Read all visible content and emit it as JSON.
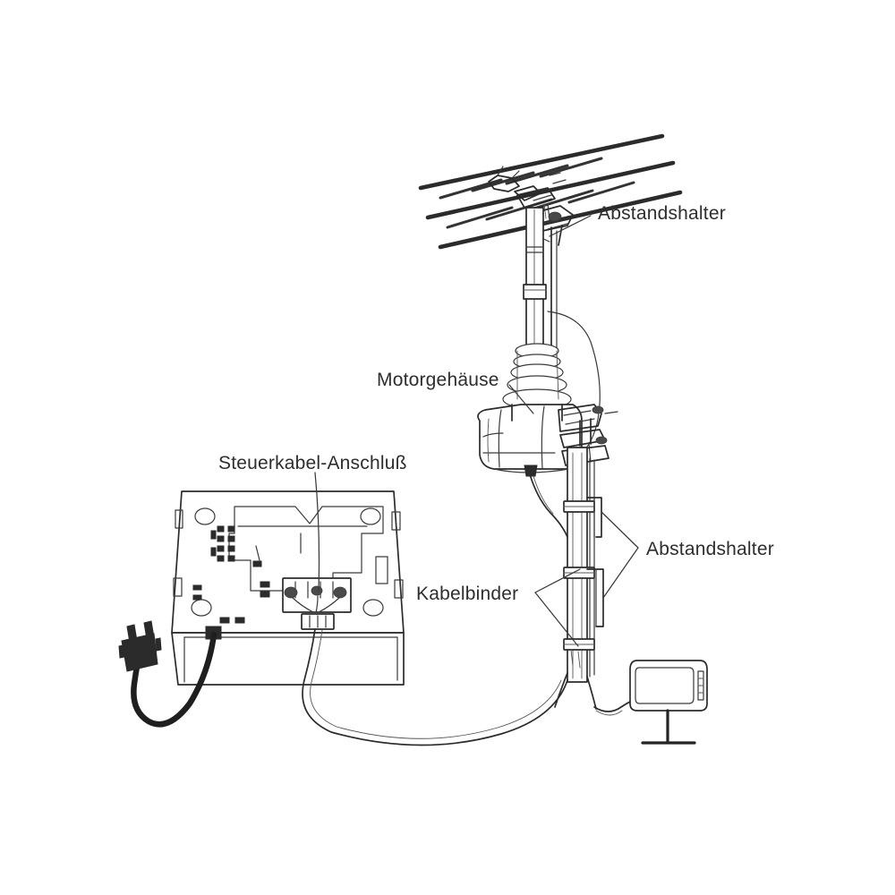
{
  "diagram": {
    "title": "Antennen-Rotor Installationsdiagramm",
    "language": "de",
    "kind": "technical-line-drawing",
    "background_color": "#ffffff",
    "ink_color": "#2b2b2b",
    "label_color": "#2e2e2e"
  },
  "labels": {
    "spacer_top": "Abstandshalter",
    "motor_housing": "Motorgehäuse",
    "control_cable_connection": "Steuerkabel-Anschluß",
    "spacer_bottom": "Abstandshalter",
    "cable_ties": "Kabelbinder"
  },
  "parts": {
    "antenna": "yagi-antenna-array",
    "mast": "antenna-mast",
    "rotor": "rotor-motor-housing",
    "control_unit": "rotor-control-unit",
    "power_plug": "mains-power-plug",
    "television": "television-set",
    "control_cable": "control-cable",
    "coax_cable": "coaxial-antenna-cable"
  },
  "counts": {
    "antenna_booms": 3,
    "cable_ties": 3,
    "mast_spacers": 2,
    "terminal_screws": 3
  }
}
